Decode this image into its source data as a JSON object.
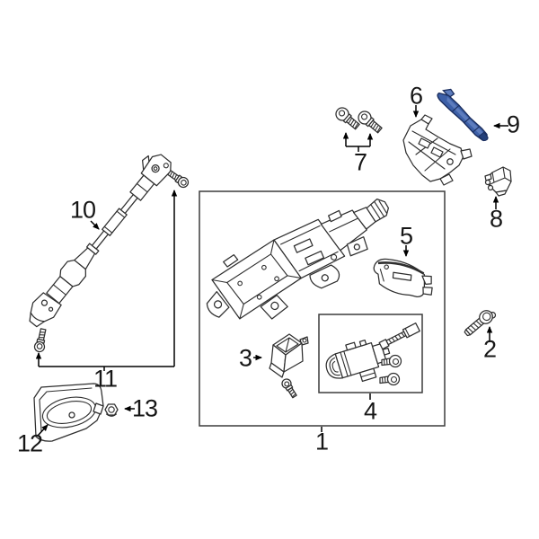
{
  "diagram": {
    "background": "#ffffff",
    "line_color": "#2e2e2e",
    "callout_color": "#161616",
    "highlight": {
      "fill": "#3c5fa7",
      "stroke": "#1b2e5e",
      "light": "#5d7cbd",
      "dark": "#24407a"
    },
    "callouts": [
      {
        "id": 1,
        "label": "1"
      },
      {
        "id": 2,
        "label": "2"
      },
      {
        "id": 3,
        "label": "3"
      },
      {
        "id": 4,
        "label": "4"
      },
      {
        "id": 5,
        "label": "5"
      },
      {
        "id": 6,
        "label": "6"
      },
      {
        "id": 7,
        "label": "7"
      },
      {
        "id": 8,
        "label": "8"
      },
      {
        "id": 9,
        "label": "9"
      },
      {
        "id": 10,
        "label": "10"
      },
      {
        "id": 11,
        "label": "11"
      },
      {
        "id": 12,
        "label": "12"
      },
      {
        "id": 13,
        "label": "13"
      }
    ]
  }
}
